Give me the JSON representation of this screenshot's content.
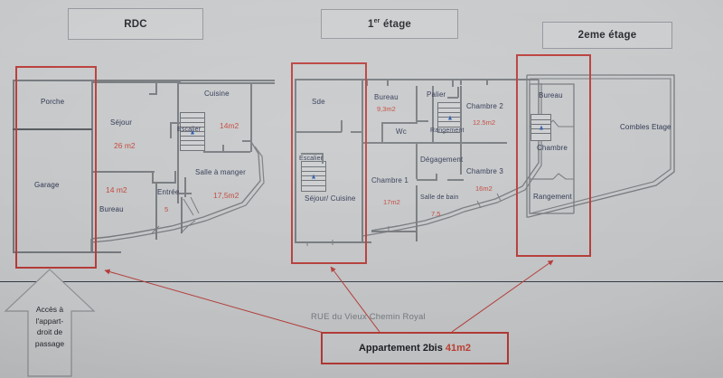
{
  "document": {
    "kind": "floor-plan-photo",
    "colors": {
      "paper": "#c3c5c7",
      "wall": "#6e7276",
      "label_blue": "#1b2440",
      "area_red": "#c0392b",
      "highlight_red": "#b5322e",
      "street_line": "#2c3440",
      "rue_text": "#6f7379"
    }
  },
  "titles": {
    "rdc": "RDC",
    "etage1_main": "1",
    "etage1_sup": "er",
    "etage1_rest": " étage",
    "etage2": "2eme étage"
  },
  "rdc": {
    "rooms": [
      {
        "name": "Porche",
        "area": ""
      },
      {
        "name": "Garage",
        "area": ""
      },
      {
        "name": "Séjour",
        "area": "26 m2"
      },
      {
        "name": "Bureau",
        "area": "14 m2"
      },
      {
        "name": "Cuisine",
        "area": "14m2"
      },
      {
        "name": "Escalier",
        "area": ""
      },
      {
        "name": "Salle à manger",
        "area": "17,5m2"
      },
      {
        "name": "Entrée",
        "area": "5"
      }
    ],
    "labels": {
      "porche": "Porche",
      "garage": "Garage",
      "sejour": "Séjour",
      "sejour_area": "26 m2",
      "bureau": "Bureau",
      "bureau_area": "14 m2",
      "cuisine": "Cuisine",
      "cuisine_area": "14m2",
      "escalier": "Escalier",
      "salle_a_manger": "Salle à manger",
      "salle_a_manger_area": "17,5m2",
      "entree": "Entrée",
      "entree_area": "5"
    }
  },
  "etage1": {
    "labels": {
      "sde": "Sde",
      "escalier": "Escalier",
      "sejour_cuisine": "Séjour/ Cuisine",
      "bureau": "Bureau",
      "bureau_area": "9,3m2",
      "wc": "Wc",
      "palier": "Palier",
      "rangement": "Rangement",
      "chambre2": "Chambre 2",
      "chambre2_area": "12.5m2",
      "degagement": "Dégagement",
      "chambre1": "Chambre 1",
      "chambre1_area": "17m2",
      "salle_de_bain": "Salle de bain",
      "salle_de_bain_area": "7.5",
      "chambre3": "Chambre 3",
      "chambre3_area": "16m2"
    }
  },
  "etage2": {
    "labels": {
      "bureau": "Bureau",
      "chambre": "Chambre",
      "rangement": "Rangement",
      "combles": "Combles Etage"
    }
  },
  "annotations": {
    "access_lines": [
      "Accès à",
      "l'appart-",
      "droit de",
      "passage"
    ],
    "street": "RUE du Vieux Chemin Royal",
    "appartement_label": "Appartement 2bis ",
    "appartement_area": "41m2"
  }
}
